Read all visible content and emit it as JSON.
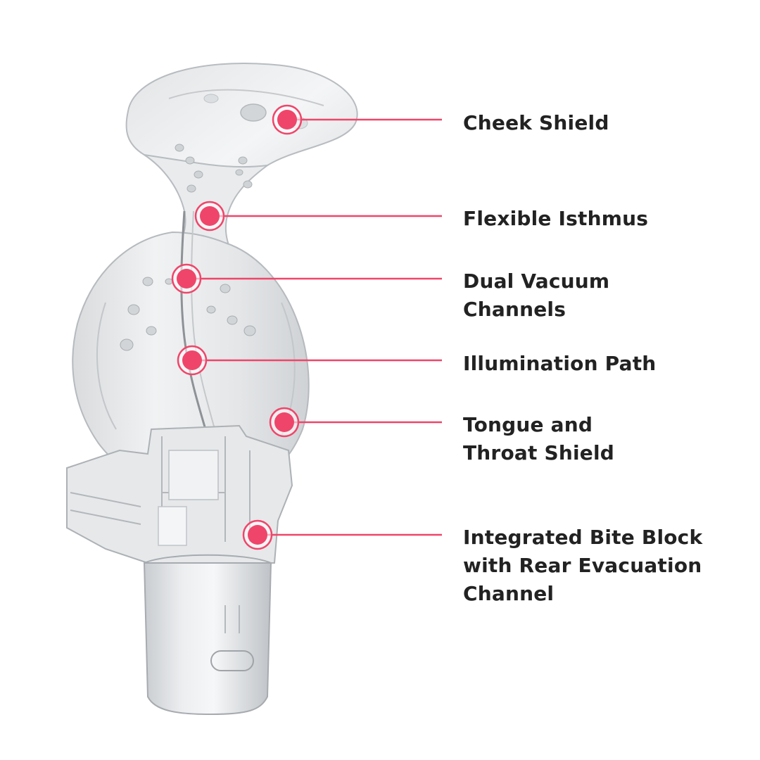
{
  "accent_color": "#f0456a",
  "callouts": [
    {
      "id": "cheek-shield",
      "lines": [
        "Cheek Shield"
      ]
    },
    {
      "id": "flexible-isthmus",
      "lines": [
        "Flexible Isthmus"
      ]
    },
    {
      "id": "dual-vacuum-channels",
      "lines": [
        "Dual Vacuum",
        "Channels"
      ]
    },
    {
      "id": "illumination-path",
      "lines": [
        "Illumination Path"
      ]
    },
    {
      "id": "tongue-throat-shield",
      "lines": [
        "Tongue and",
        "Throat Shield"
      ]
    },
    {
      "id": "integrated-bite-block",
      "lines": [
        "Integrated Bite Block",
        "with Rear Evacuation",
        "Channel"
      ]
    }
  ]
}
